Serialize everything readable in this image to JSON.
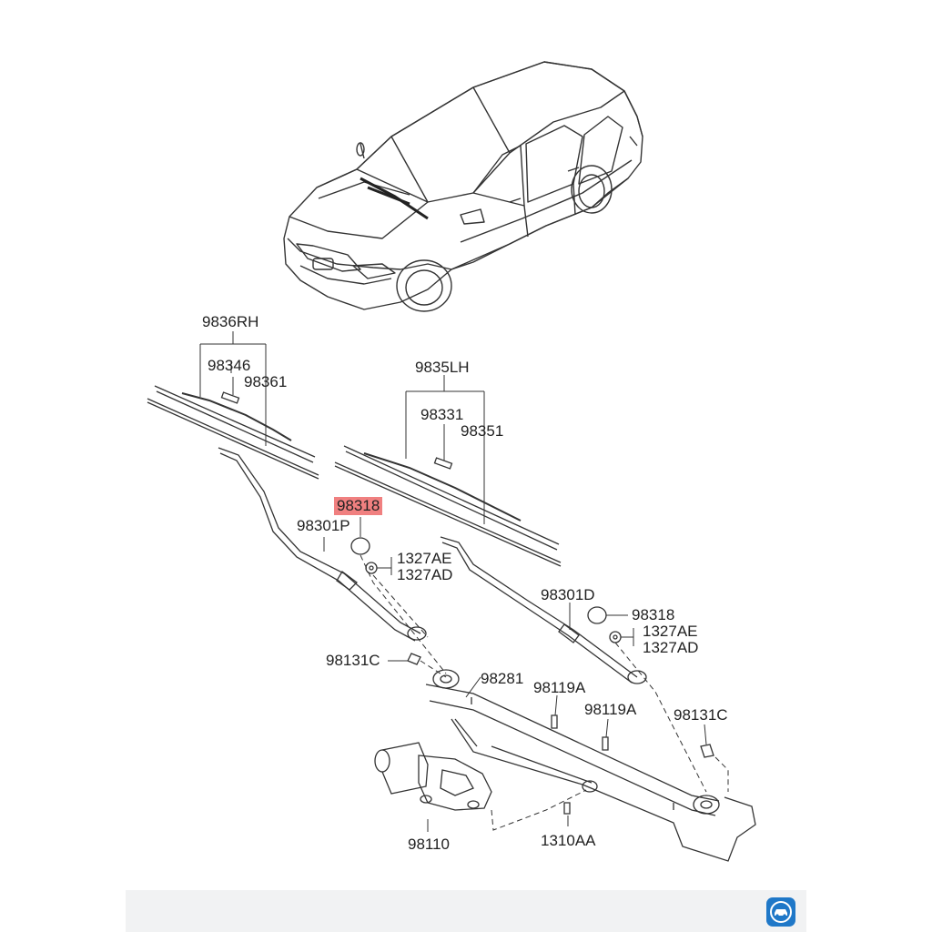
{
  "diagram": {
    "labels": {
      "rh_assembly": "9836RH",
      "rh_refill_clip": "98346",
      "rh_blade": "98361",
      "lh_assembly": "9835LH",
      "lh_refill_clip": "98331",
      "lh_blade": "98351",
      "cap_highlighted": "98318",
      "arm_lh": "98301P",
      "nut_lh_1": "1327AE",
      "nut_lh_2": "1327AD",
      "arm_rh": "98301D",
      "cap_rh": "98318",
      "nut_rh_1": "1327AE",
      "nut_rh_2": "1327AD",
      "bolt_left": "98131C",
      "linkage": "98281",
      "grommet_1": "98119A",
      "grommet_2": "98119A",
      "bolt_right": "98131C",
      "motor": "98110",
      "screw": "1310AA"
    },
    "highlight_color": "#f08080",
    "line_color": "#333333"
  },
  "footer": {
    "logo_icon": "car-logo-icon",
    "logo_color": "#1f78c8"
  }
}
